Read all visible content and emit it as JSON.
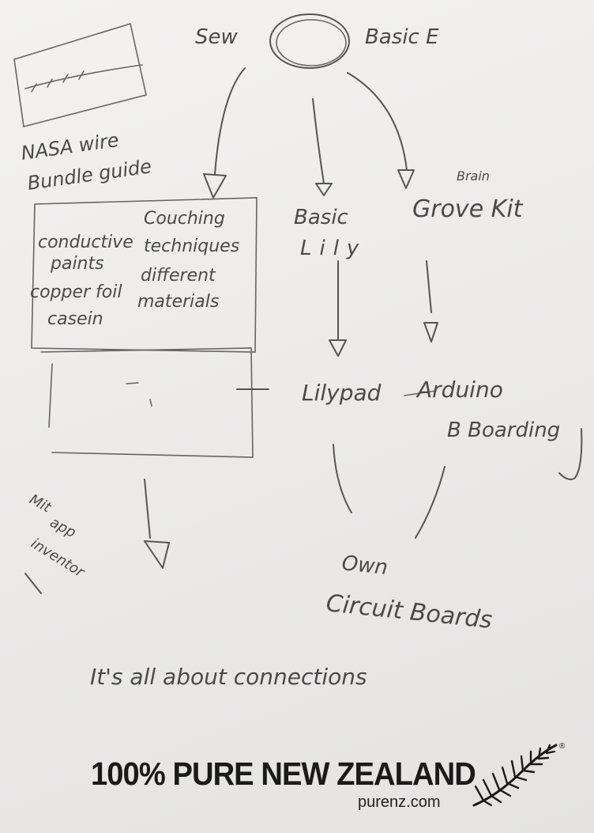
{
  "nodes": {
    "center_left": "Sew",
    "center_right": "Basic E",
    "wire_guide_line1": "NASA wire",
    "wire_guide_line2": "Bundle guide",
    "box_items": [
      "Couching",
      "conductive",
      "techniques",
      "paints",
      "different",
      "copper foil",
      "materials",
      "casein"
    ],
    "basic_lily_line1": "Basic",
    "basic_lily_line2": "Lily",
    "brain_label": "Brain",
    "grove_kit": "Grove Kit",
    "lilypad": "Lilypad",
    "arduino": "Arduino",
    "b_boarding": "B Boarding",
    "own": "Own",
    "circuit_boards": "Circuit Boards",
    "mit_line1": "Mit",
    "mit_line2": "app",
    "mit_line3": "inventor"
  },
  "tagline": "It's all about connections",
  "footer": {
    "brand": "100% PURE NEW ZEALAND",
    "url": "purenz.com",
    "registered_mark": "®",
    "logo_icon": "silver-fern-icon"
  }
}
